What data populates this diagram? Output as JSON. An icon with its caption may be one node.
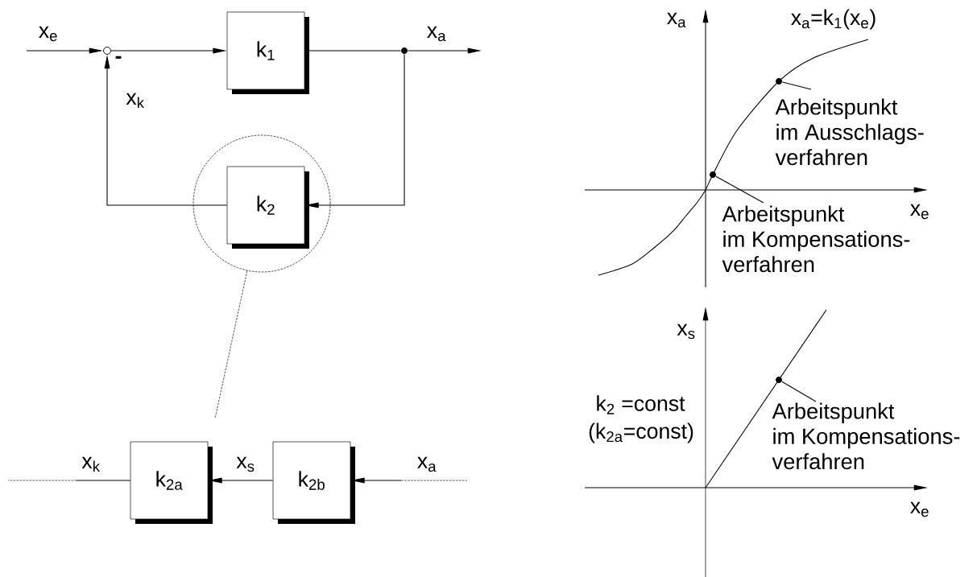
{
  "diagram": {
    "nodes": [
      {
        "text": [],
        "shape": "circle",
        "beside": [
          "-"
        ]
      },
      {
        "text": [
          "k$_{1}$"
        ]
      },
      {
        "text": [],
        "shape": "circle"
      },
      {
        "text": [],
        "shape": "circle"
      },
      {
        "text": [
          "k$_{2}$"
        ],
        "in": 3
      },
      {
        "text": [
          "k$_{2a}$"
        ]
      },
      {
        "text": [
          "k$_{2b}$"
        ]
      },
      {
        "text": [],
        "shape": "circle"
      },
      {
        "text": [
          "Arbeitspunkt im Ausschlags- verfahren"
        ]
      },
      {
        "text": [],
        "shape": "circle"
      },
      {
        "text": [
          "Arbeitspunkt im Kompensations- verfahren"
        ]
      },
      {
        "text": [],
        "shape": "circle"
      },
      {
        "text": [
          "Arbeitspunkt im Kompensations- verfahren"
        ]
      }
    ],
    "edges": [
      {
        "from": null,
        "to": 0,
        "arrow": "to",
        "label": "x$_{e}$"
      },
      {
        "from": 0,
        "to": 1,
        "arrow": "to"
      },
      {
        "from": 1,
        "to": 2,
        "arrow": "none"
      },
      {
        "from": 2,
        "to": null,
        "arrow": "to",
        "label": "x$_{a}$"
      },
      {
        "from": 2,
        "to": 4,
        "arrow": "to"
      },
      {
        "from": 4,
        "to": 0,
        "arrow": "to",
        "label": "x$_{k}$"
      },
      {
        "from": 3,
        "to": null,
        "arrow": "none",
        "style": "dashed"
      },
      {
        "from": null,
        "to": 6,
        "arrow": "to",
        "label": "x$_{a}$"
      },
      {
        "from": 6,
        "to": 5,
        "arrow": "to",
        "label": "x$_{s}$"
      },
      {
        "from": 5,
        "to": null,
        "arrow": "none",
        "label": "x$_{k}$"
      },
      {
        "from": 8,
        "to": 7,
        "arrow": "none"
      },
      {
        "from": 10,
        "to": 9,
        "arrow": "none"
      },
      {
        "from": 12,
        "to": 11,
        "arrow": "none"
      }
    ],
    "labels": [
      "x$_{a}$",
      "x$_{a}$=k$_{1}$(x$_{e}$)",
      "x$_{e}$",
      "x$_{s}$",
      "k$_{2}$ =const",
      "(k$_{2a}$=const)",
      "x$_{e}$"
    ]
  }
}
